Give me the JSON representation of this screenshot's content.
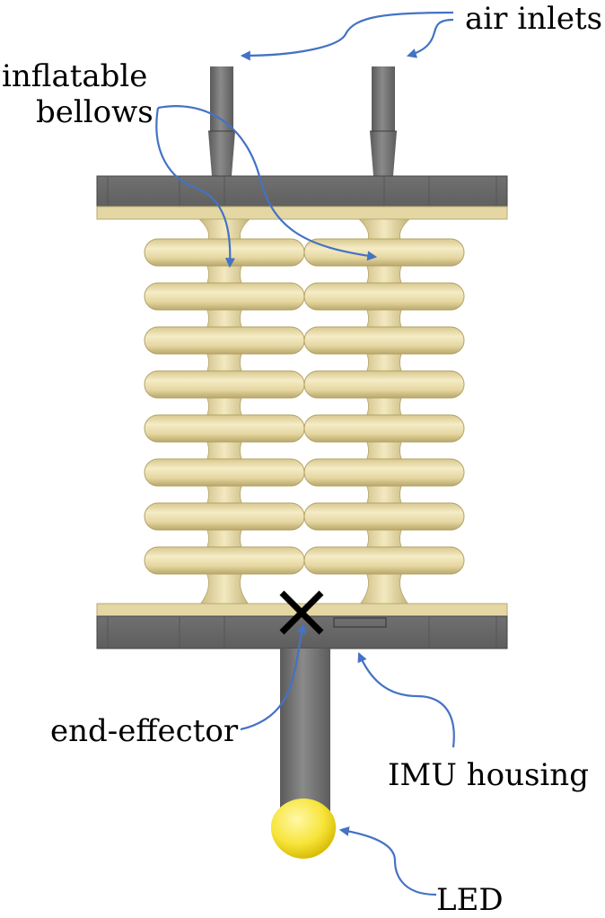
{
  "labels": {
    "air_inlets": "air inlets",
    "inflatable": "inflatable",
    "bellows": "bellows",
    "end_effector": "end-effector",
    "imu_housing": "IMU housing",
    "led": "LED"
  },
  "colors": {
    "frame_gray": "#6d6d6d",
    "frame_dark": "#4a4a4a",
    "bellow_cream": "#efe3b0",
    "bellow_shadow": "#bfae74",
    "plate_tan": "#e4d7a4",
    "led_yellow": "#f6e23a",
    "annotation_blue": "#4472c4",
    "marker_black": "#000000"
  },
  "bellows": {
    "columns": 2,
    "segments_per_column": 8
  }
}
